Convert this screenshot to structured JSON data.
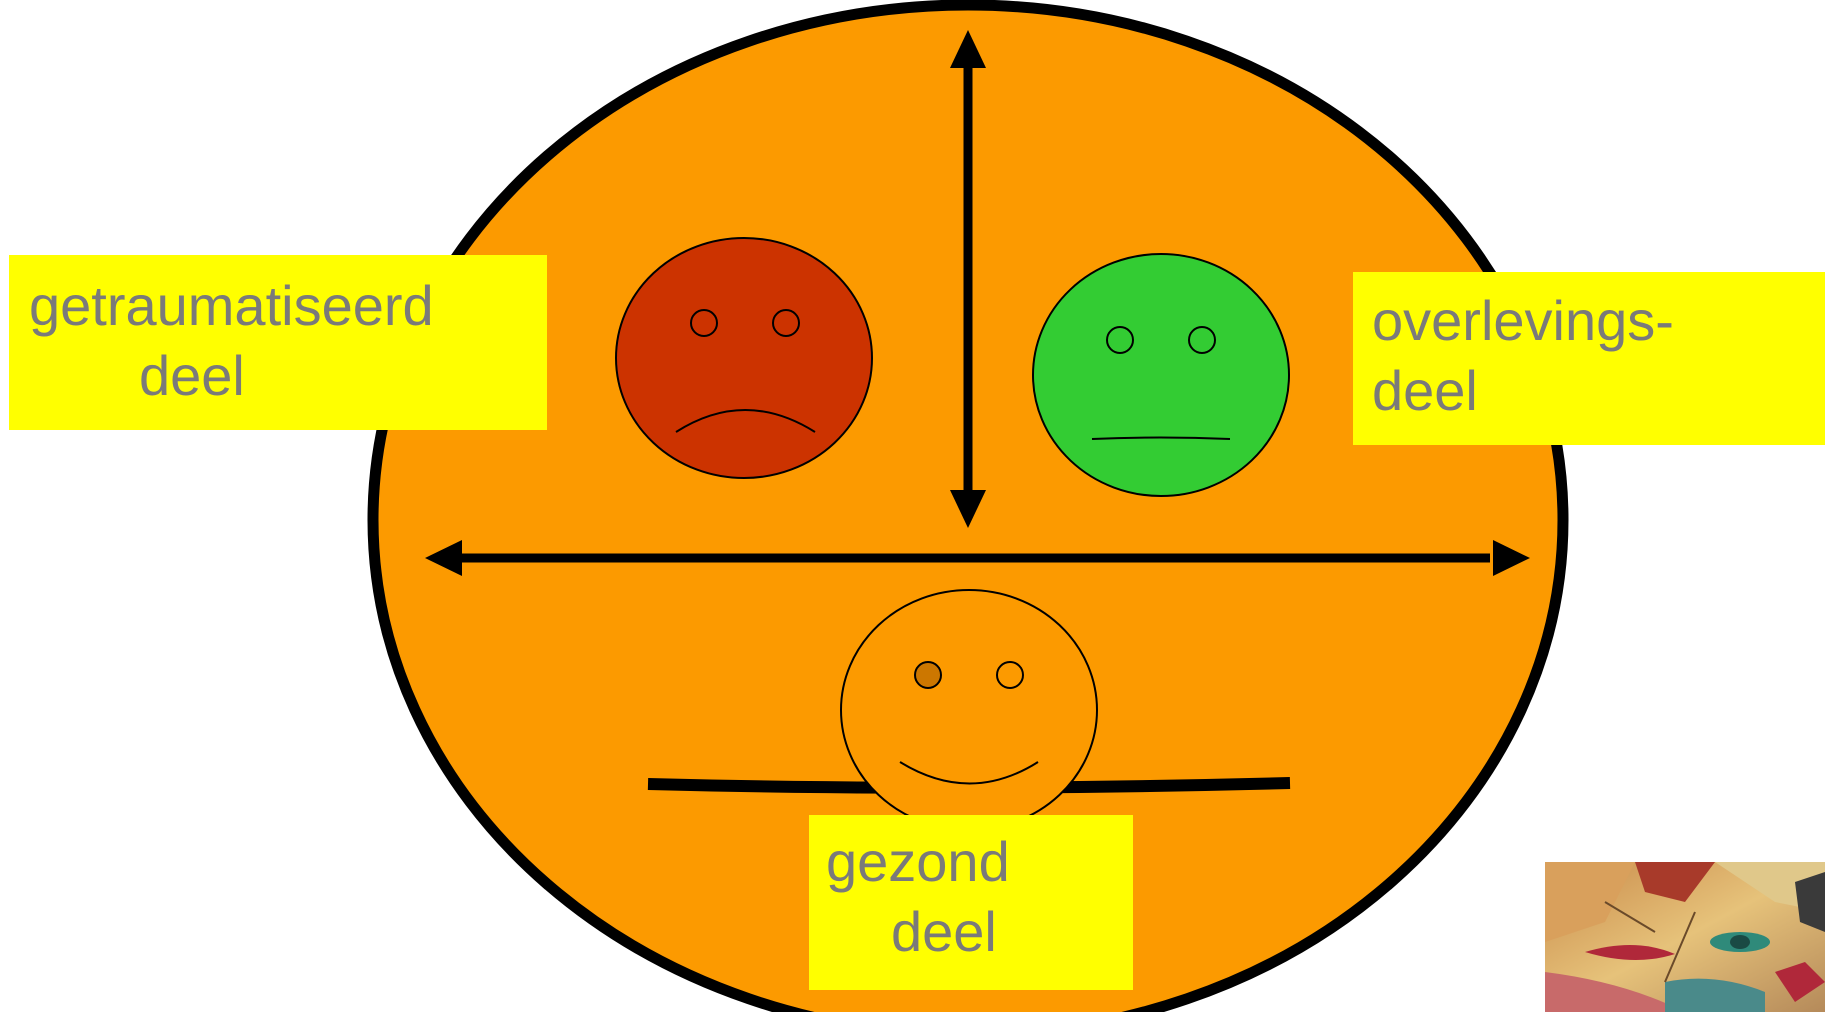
{
  "colors": {
    "head_fill": "#fc9a00",
    "outline": "#000000",
    "traumatized_face": "#cc3300",
    "survival_face": "#33cc33",
    "healthy_face": "#fc9a00",
    "label_fill": "#ffff00",
    "label_text": "#7a7a7a"
  },
  "labels": {
    "traumatized": {
      "line1": "getraumatiseerd",
      "line2": "deel"
    },
    "survival": {
      "line1": "overlevings-",
      "line2": "deel"
    },
    "healthy": {
      "line1": "gezond",
      "line2": "deel"
    }
  },
  "faces": {
    "traumatized": {
      "expression": "sad"
    },
    "survival": {
      "expression": "neutral"
    },
    "healthy": {
      "expression": "happy"
    }
  },
  "arrows": [
    {
      "direction": "vertical",
      "heads": "both"
    },
    {
      "direction": "horizontal",
      "heads": "both"
    }
  ],
  "corner_image": {
    "description_icon": "painted-face-thumbnail"
  }
}
